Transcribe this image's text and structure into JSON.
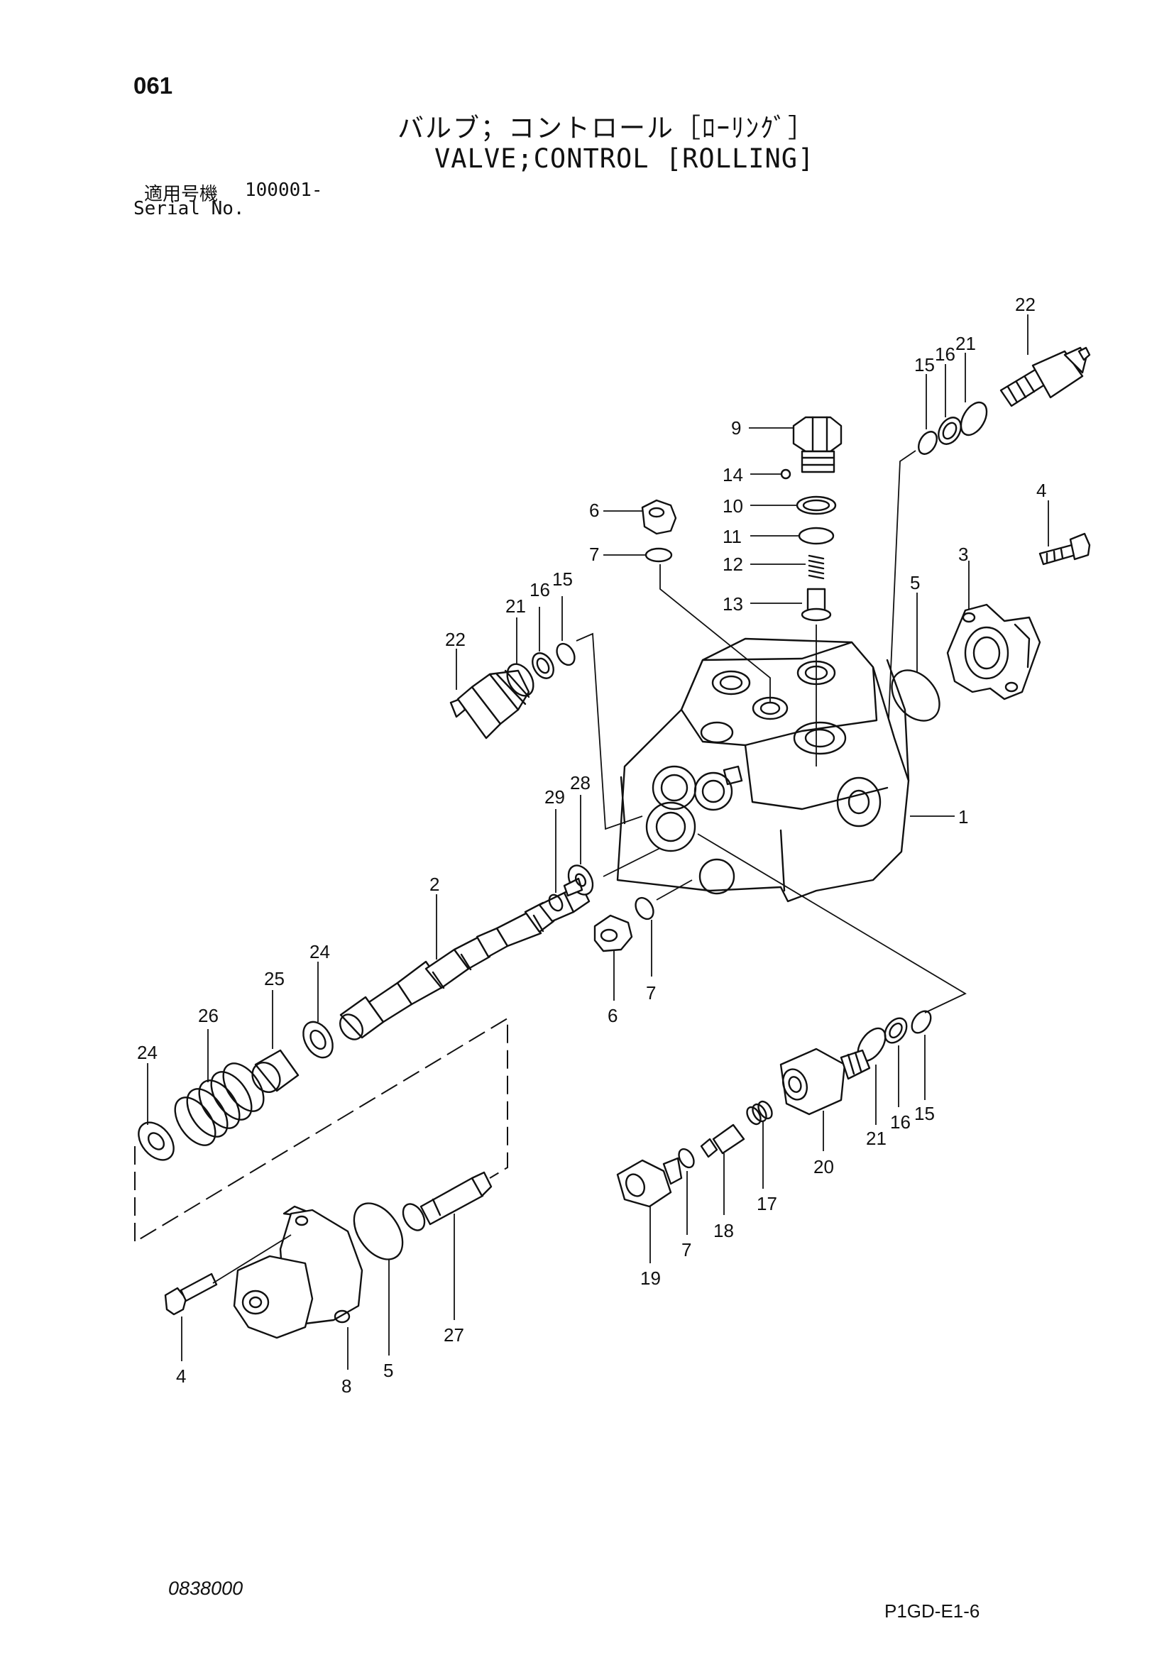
{
  "header": {
    "page_number": "061",
    "title_jp": "バルブ；コントロール［ﾛｰﾘﾝｸﾞ］",
    "title_en": "VALVE;CONTROL [ROLLING]",
    "serial_label_jp": "適用号機",
    "serial_range": "100001-",
    "serial_label_en": "Serial No."
  },
  "footer": {
    "drawing_number": "0838000",
    "sheet_code": "P1GD-E1-6"
  },
  "callouts": {
    "c1": "1",
    "c2": "2",
    "c3": "3",
    "c4a": "4",
    "c4b": "4",
    "c5a": "5",
    "c5b": "5",
    "c6a": "6",
    "c6b": "6",
    "c7a": "7",
    "c7b": "7",
    "c7c": "7",
    "c8": "8",
    "c9": "9",
    "c10": "10",
    "c11": "11",
    "c12": "12",
    "c13": "13",
    "c14": "14",
    "c15a": "15",
    "c15b": "15",
    "c15c": "15",
    "c16a": "16",
    "c16b": "16",
    "c16c": "16",
    "c17": "17",
    "c18": "18",
    "c19": "19",
    "c20": "20",
    "c21a": "21",
    "c21b": "21",
    "c21c": "21",
    "c22a": "22",
    "c22b": "22",
    "c24a": "24",
    "c24b": "24",
    "c25": "25",
    "c26": "26",
    "c27": "27",
    "c28": "28",
    "c29": "29"
  }
}
